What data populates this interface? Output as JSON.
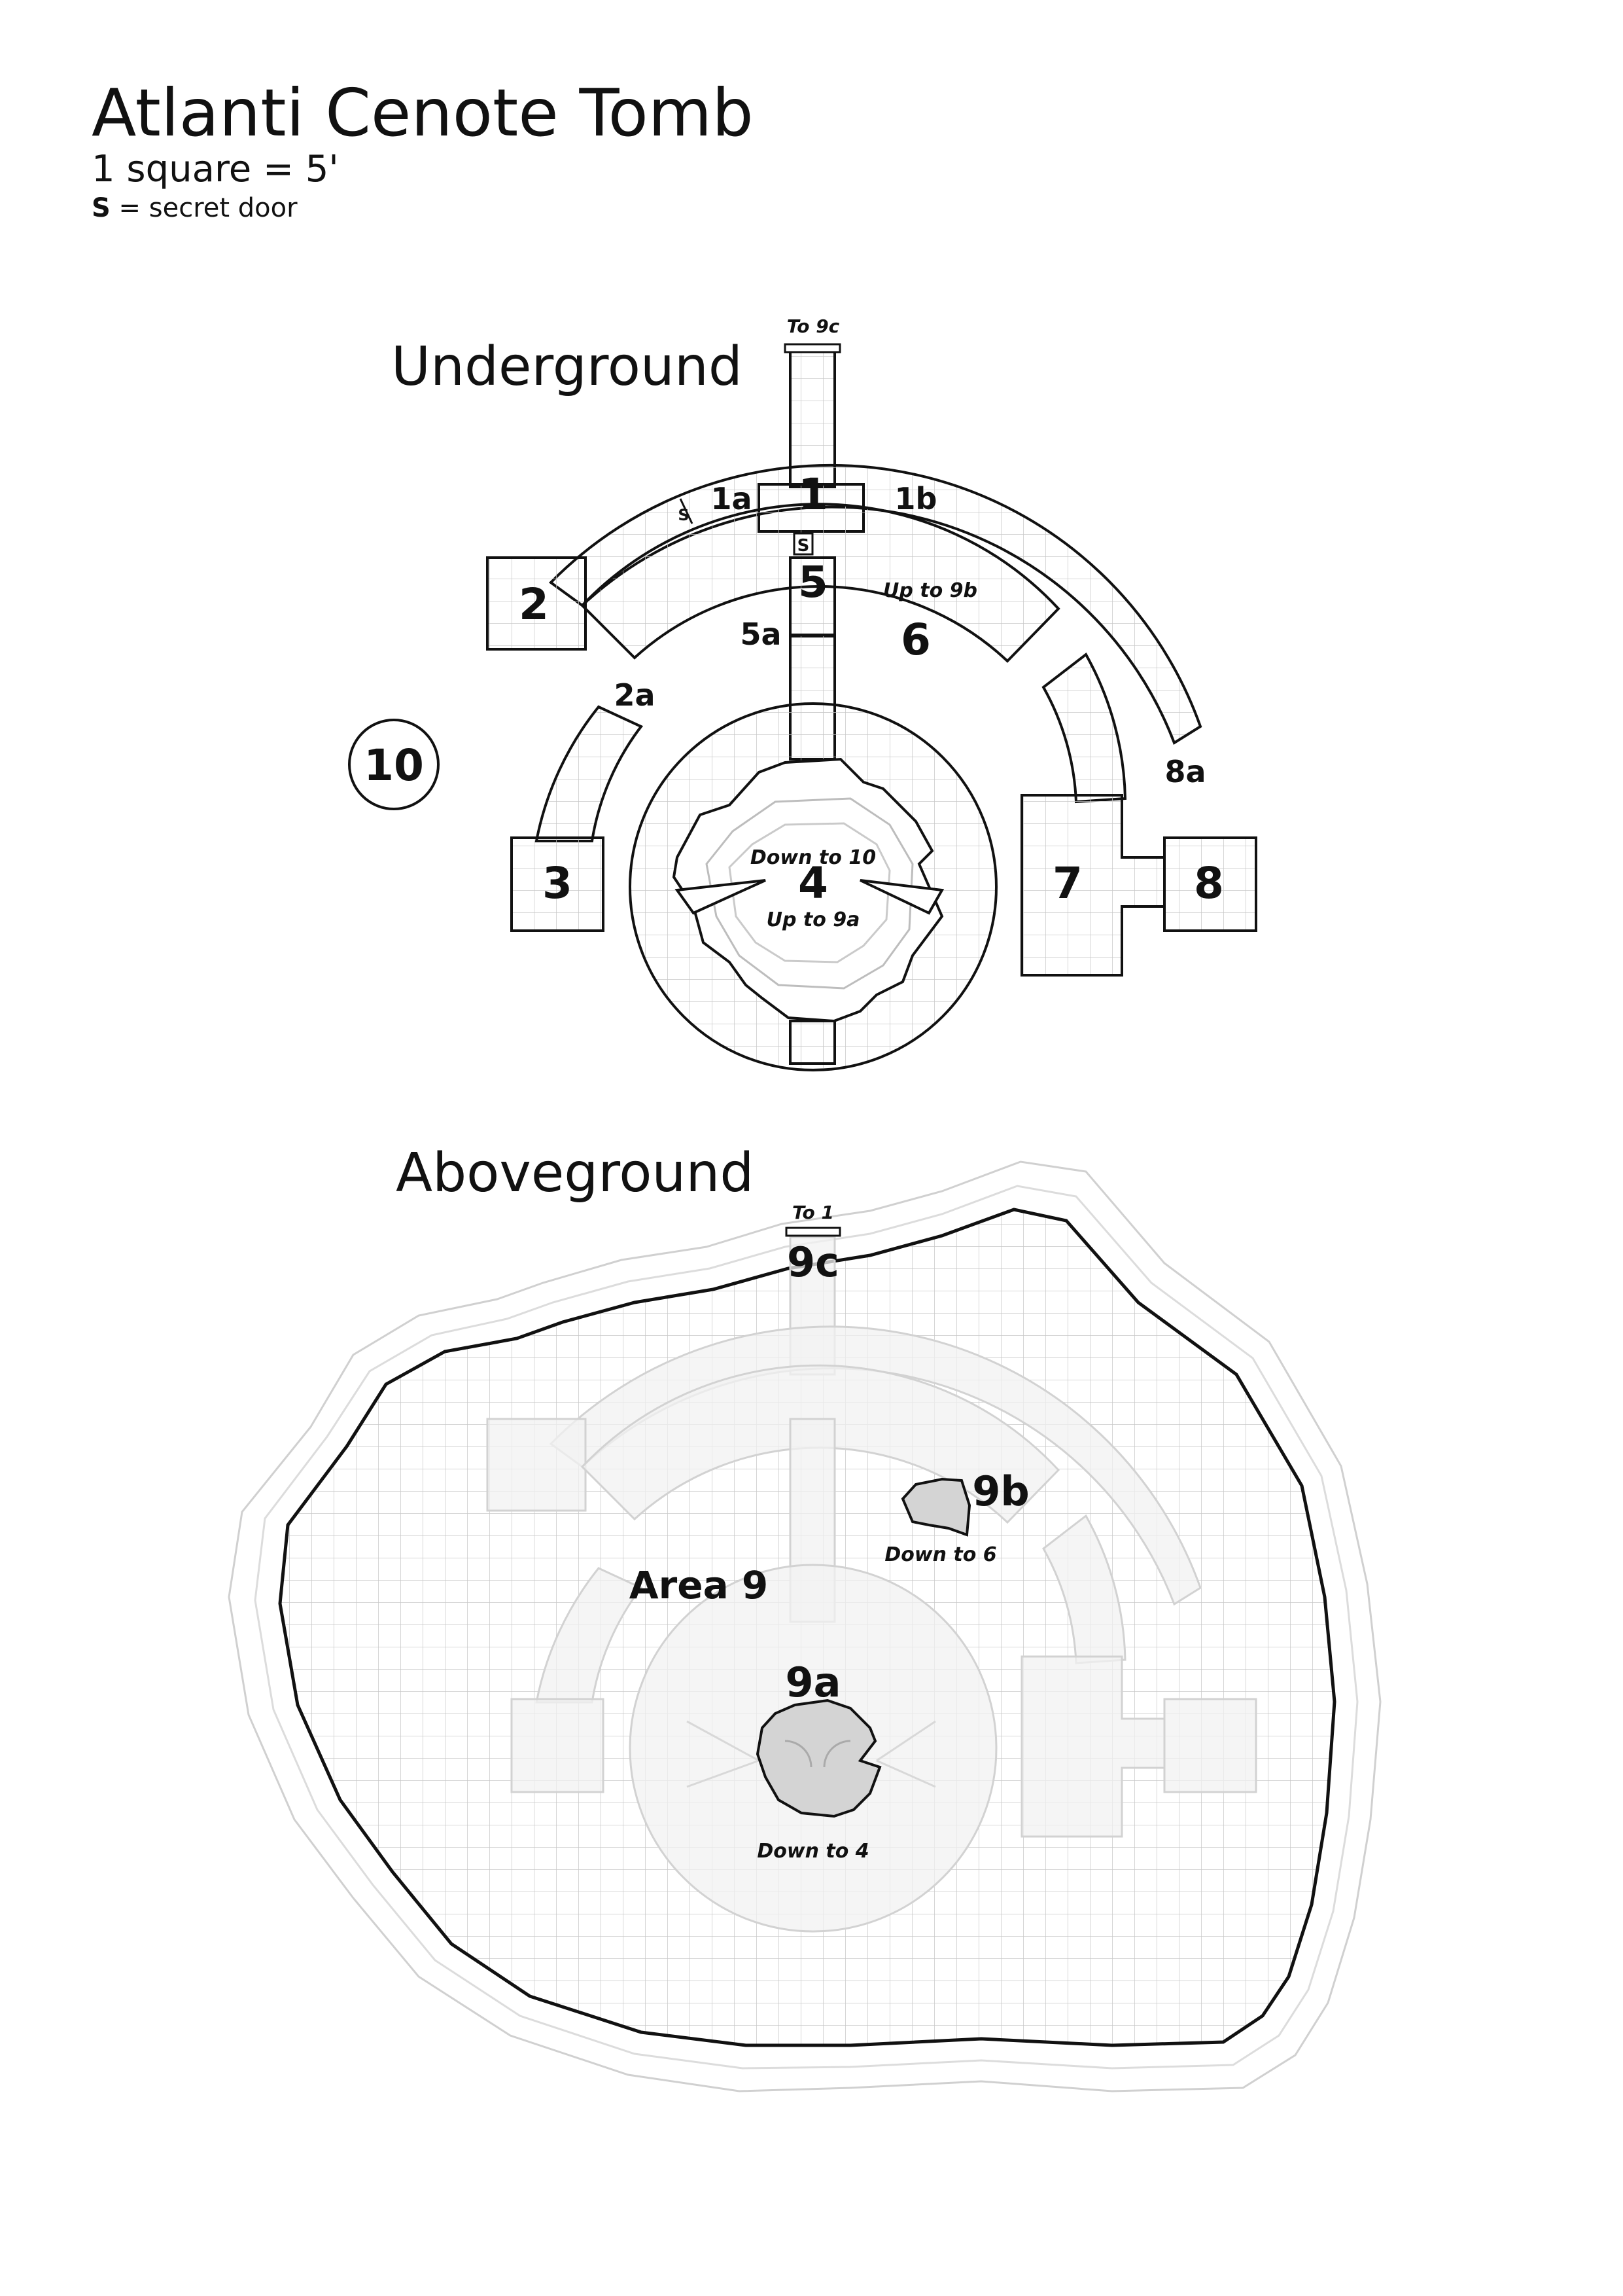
{
  "header": {
    "title": "Atlanti Cenote Tomb",
    "scale": "1 square = 5'",
    "legend_symbol": "S",
    "legend_text": " = secret door"
  },
  "underground": {
    "heading": "Underground",
    "rooms": {
      "r1": "1",
      "r1a": "1a",
      "r1b": "1b",
      "r2": "2",
      "r2a": "2a",
      "r3": "3",
      "r4": "4",
      "r5": "5",
      "r5a": "5a",
      "r6": "6",
      "r7": "7",
      "r8": "8",
      "r8a": "8a",
      "r10": "10"
    },
    "secret_door": "S",
    "secret_door_small": "S",
    "notes": {
      "to_9c": "To 9c",
      "up_to_9b": "Up to 9b",
      "down_to_10": "Down to 10",
      "up_to_9a": "Up to 9a"
    }
  },
  "aboveground": {
    "heading": "Aboveground",
    "labels": {
      "r9c": "9c",
      "r9b": "9b",
      "r9a": "9a",
      "area9": "Area 9"
    },
    "notes": {
      "to_1": "To 1",
      "down_to_6": "Down to 6",
      "down_to_4": "Down to 4"
    }
  },
  "colors": {
    "ink": "#111111",
    "grid": "#c8c8c8",
    "faint": "#d6d6d6",
    "fill_light": "#f3f3f3",
    "fill_pit": "#d4d4d4"
  }
}
